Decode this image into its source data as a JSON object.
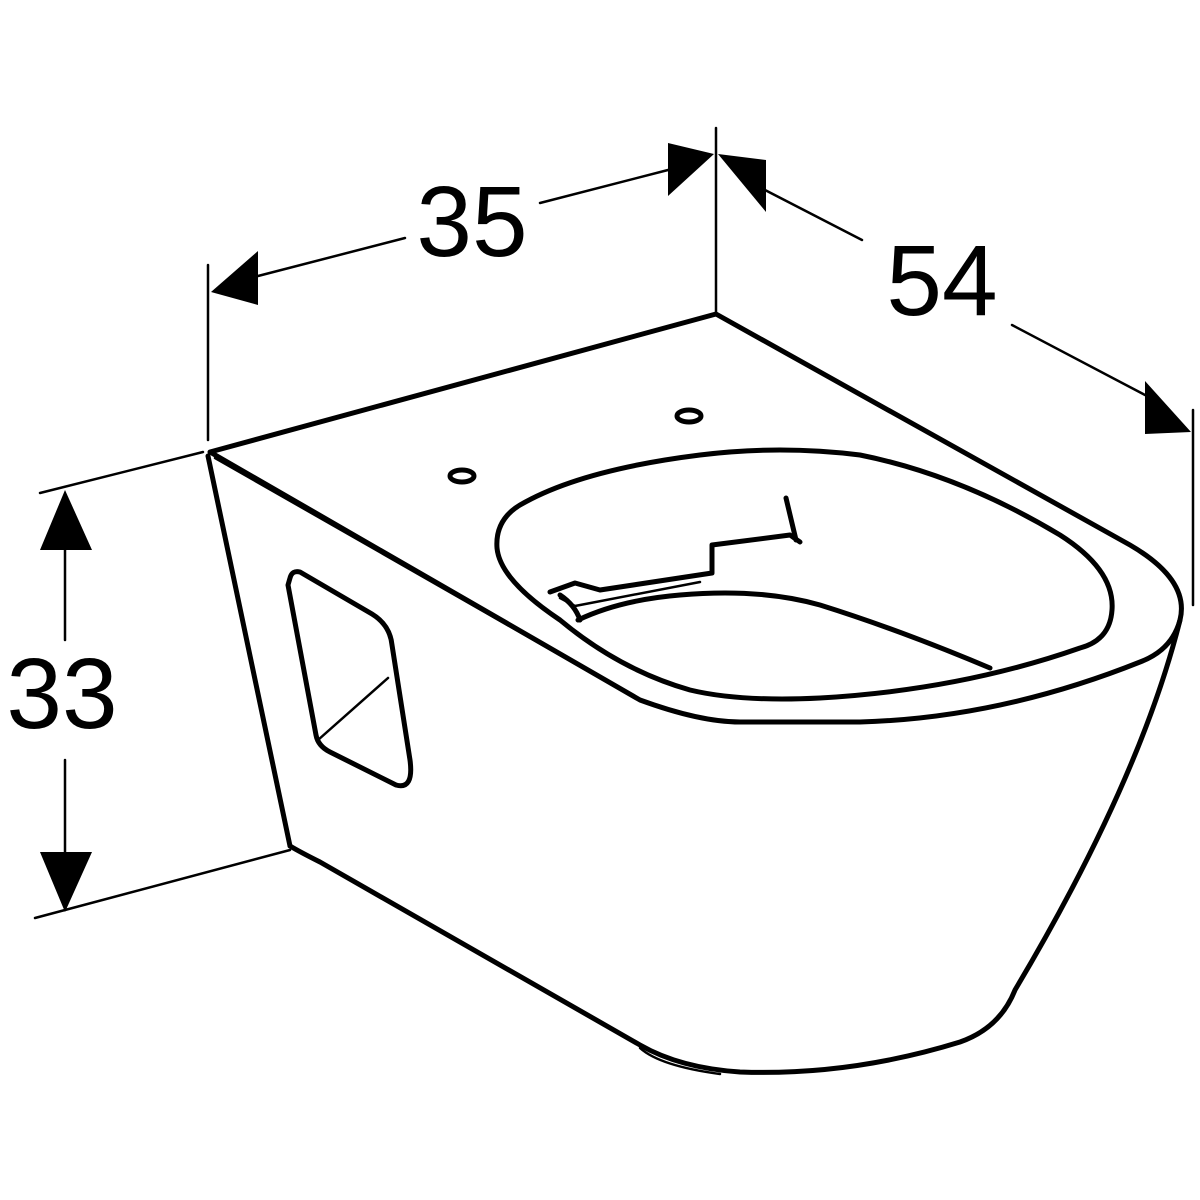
{
  "dimensions": {
    "width": {
      "value": "35"
    },
    "depth": {
      "value": "54"
    },
    "height": {
      "value": "33"
    }
  },
  "colors": {
    "line": "#000000",
    "background": "#ffffff"
  }
}
